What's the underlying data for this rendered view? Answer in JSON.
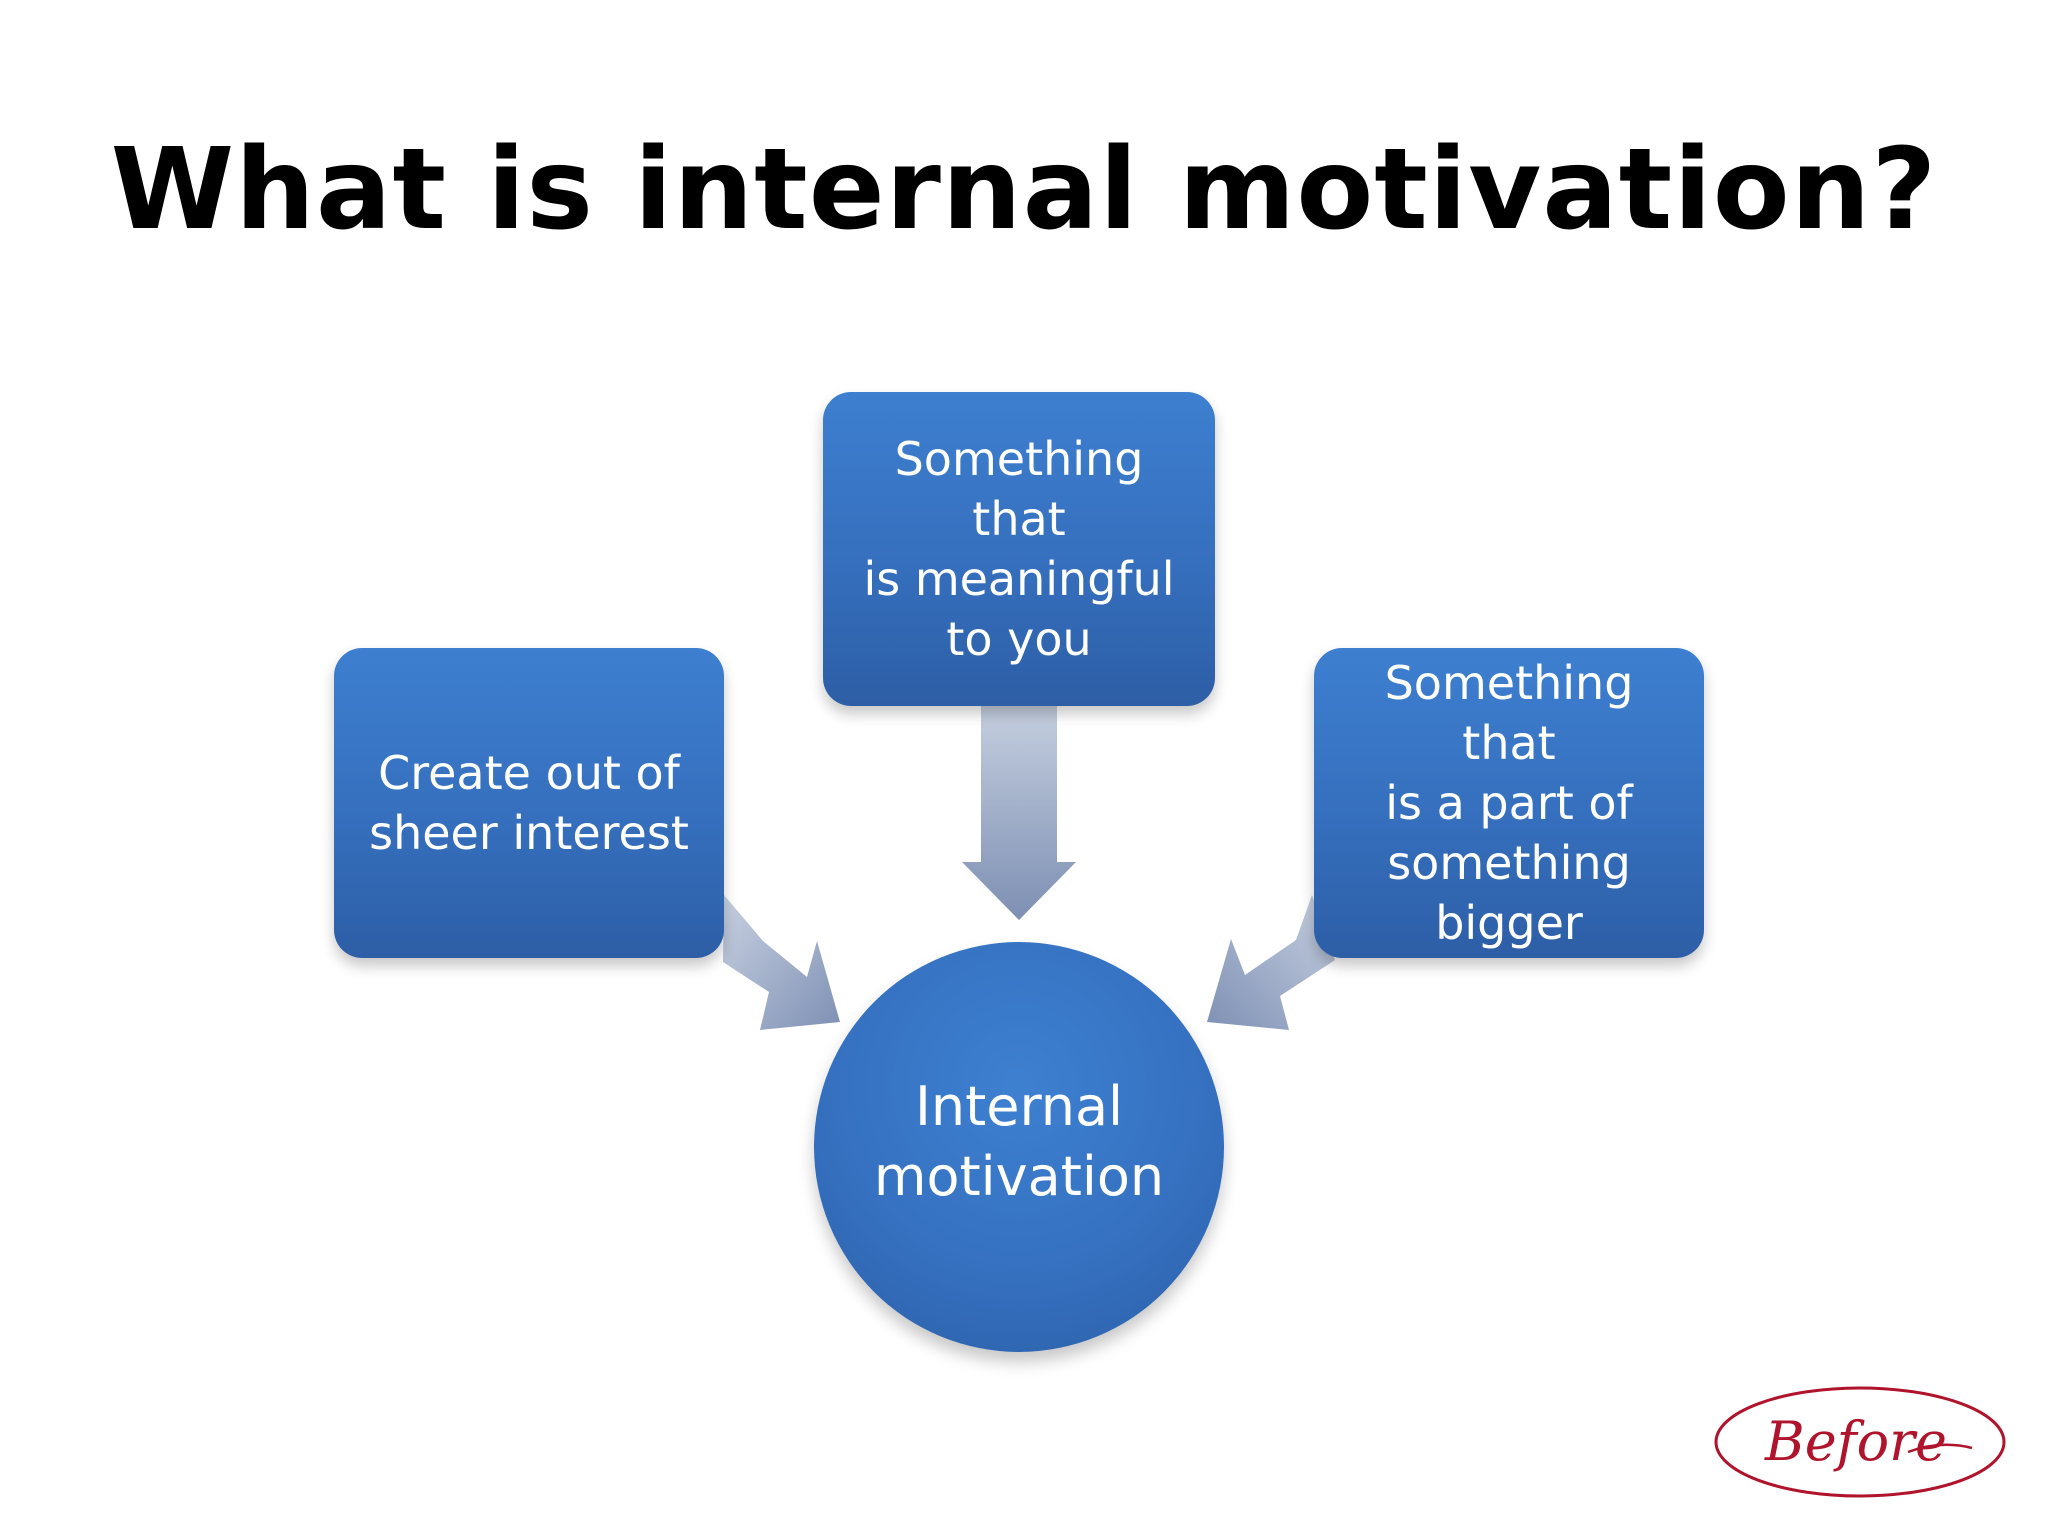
{
  "slide": {
    "title": "What is internal motivation?"
  },
  "diagram": {
    "center": {
      "label": "Internal\nmotivation"
    },
    "nodes": [
      {
        "id": "left",
        "label": "Create out of\nsheer interest"
      },
      {
        "id": "top",
        "label": "Something that\nis meaningful\nto you"
      },
      {
        "id": "right",
        "label": "Something that\nis a part of\nsomething\nbigger"
      }
    ],
    "colors": {
      "box": "#3574c4",
      "arrow": "#9aa9c8",
      "title": "#000000",
      "logo": "#b0142c"
    }
  },
  "logo": {
    "text": "Before"
  }
}
